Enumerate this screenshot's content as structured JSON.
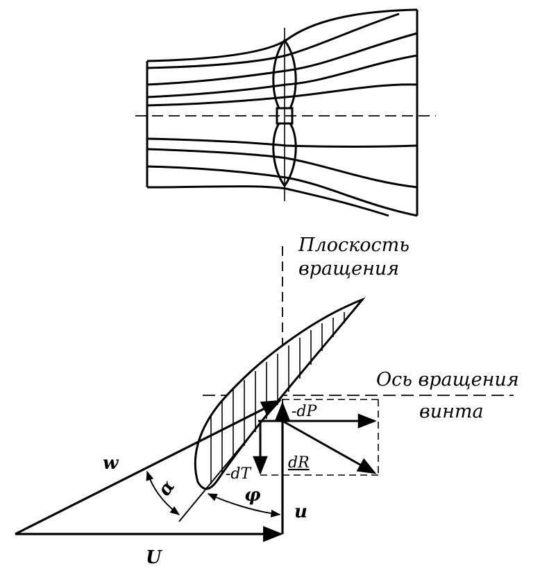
{
  "labels": {
    "plane_line1": "Плоскость",
    "plane_line2": "вращения",
    "axis_line1": "Ось вращения",
    "axis_line2": "винта",
    "w": "w",
    "U": "U",
    "u": "u",
    "alpha": "α",
    "phi": "φ",
    "dP": "-dP",
    "dT": "-dT",
    "dR": "dR"
  },
  "colors": {
    "ink": "#000000",
    "background": "#ffffff"
  }
}
